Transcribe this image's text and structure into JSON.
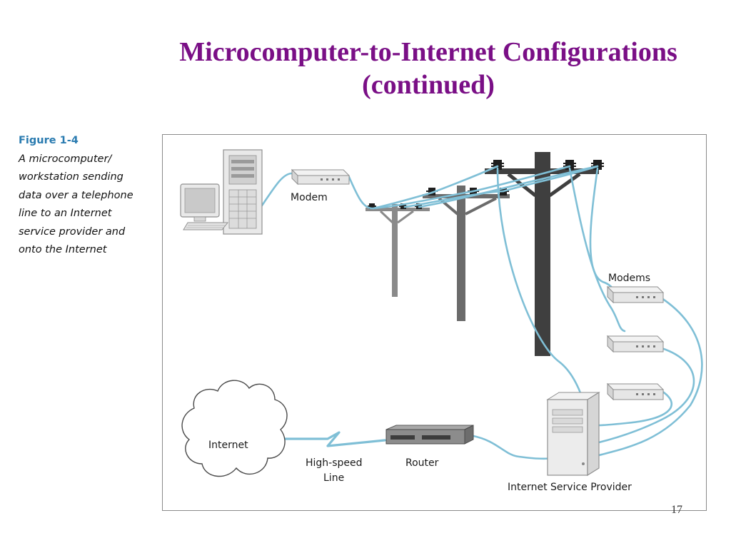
{
  "slide": {
    "title_line1": "Microcomputer-to-Internet Configurations",
    "title_line2": "(continued)",
    "page_number": "17"
  },
  "figure": {
    "number": "Figure 1-4",
    "caption_lines": [
      "A microcomputer/",
      "workstation sending",
      "data over a telephone",
      "line to an Internet",
      "service provider and",
      "onto the Internet"
    ]
  },
  "diagram": {
    "labels": {
      "modem": "Modem",
      "modems": "Modems",
      "internet": "Internet",
      "high_speed_line_1": "High-speed",
      "high_speed_line_2": "Line",
      "router": "Router",
      "isp": "Internet Service Provider"
    },
    "colors": {
      "cable": "#7fbfd6",
      "pole_dark": "#3f3f3f",
      "pole_mid": "#6b6b6b",
      "pole_light": "#8a8a8a",
      "device_body": "#e9e9e9",
      "device_edge": "#8f8f8f"
    }
  }
}
